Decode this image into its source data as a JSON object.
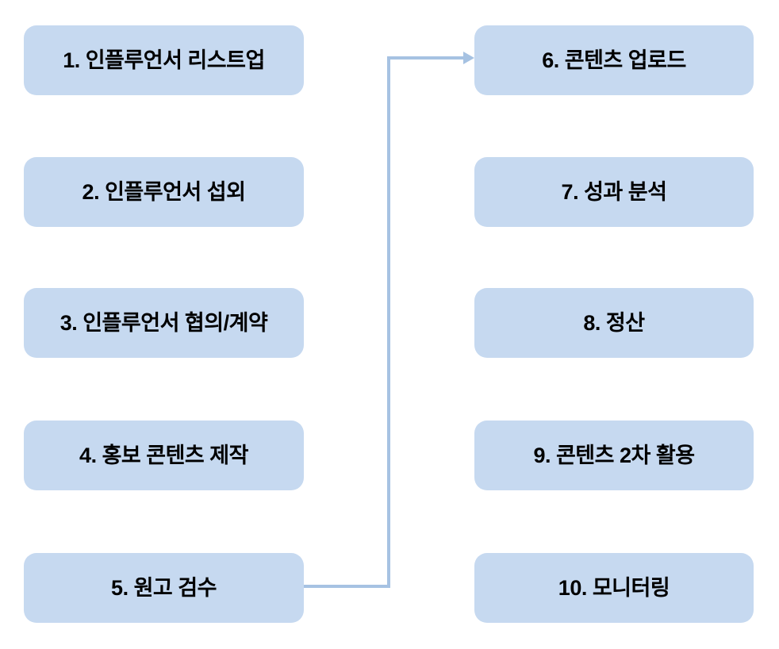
{
  "diagram": {
    "description": "10-step influencer marketing process flow in two columns",
    "colors": {
      "box_fill": "#C6D9F0",
      "arrow": "#A6C2E2",
      "text": "#000000",
      "background": "#FFFFFF"
    },
    "left_steps": [
      {
        "label": "1. 인플루언서 리스트업"
      },
      {
        "label": "2. 인플루언서 섭외"
      },
      {
        "label": "3. 인플루언서 협의/계약"
      },
      {
        "label": "4. 홍보 콘텐츠 제작"
      },
      {
        "label": "5. 원고 검수"
      }
    ],
    "right_steps": [
      {
        "label": "6. 콘텐츠 업로드"
      },
      {
        "label": "7. 성과 분석"
      },
      {
        "label": "8. 정산"
      },
      {
        "label": "9. 콘텐츠 2차 활용"
      },
      {
        "label": "10. 모니터링"
      }
    ],
    "connector": {
      "from_label": "5. 원고 검수",
      "to_label": "6. 콘텐츠 업로드"
    }
  }
}
